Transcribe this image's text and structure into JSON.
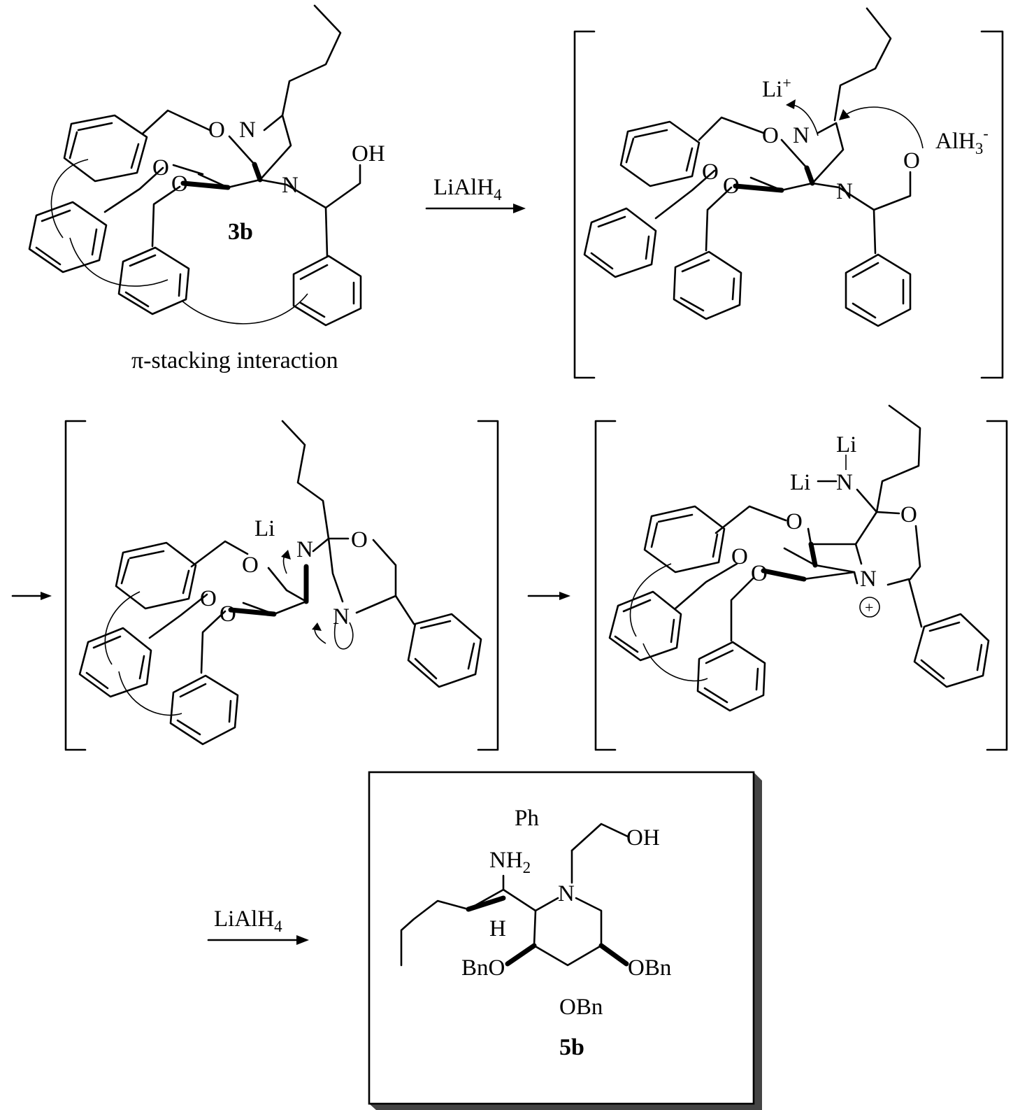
{
  "compounds": {
    "start": "3b",
    "product": "5b"
  },
  "reagents": {
    "step1": "LiAlH",
    "step1_sub": "4",
    "step4": "LiAlH",
    "step4_sub": "4"
  },
  "captions": {
    "pi_stacking": "π-stacking interaction"
  },
  "atoms": {
    "O": "O",
    "N": "N",
    "OH": "OH",
    "Li": "Li",
    "Li_plus": "+",
    "AlH": "AlH",
    "AlH_sub": "3",
    "AlH_charge": "-",
    "plus": "+",
    "Ph": "Ph",
    "NH": "NH",
    "NH_sub": "2",
    "H": "H",
    "BnO": "BnO",
    "OBn": "OBn"
  }
}
